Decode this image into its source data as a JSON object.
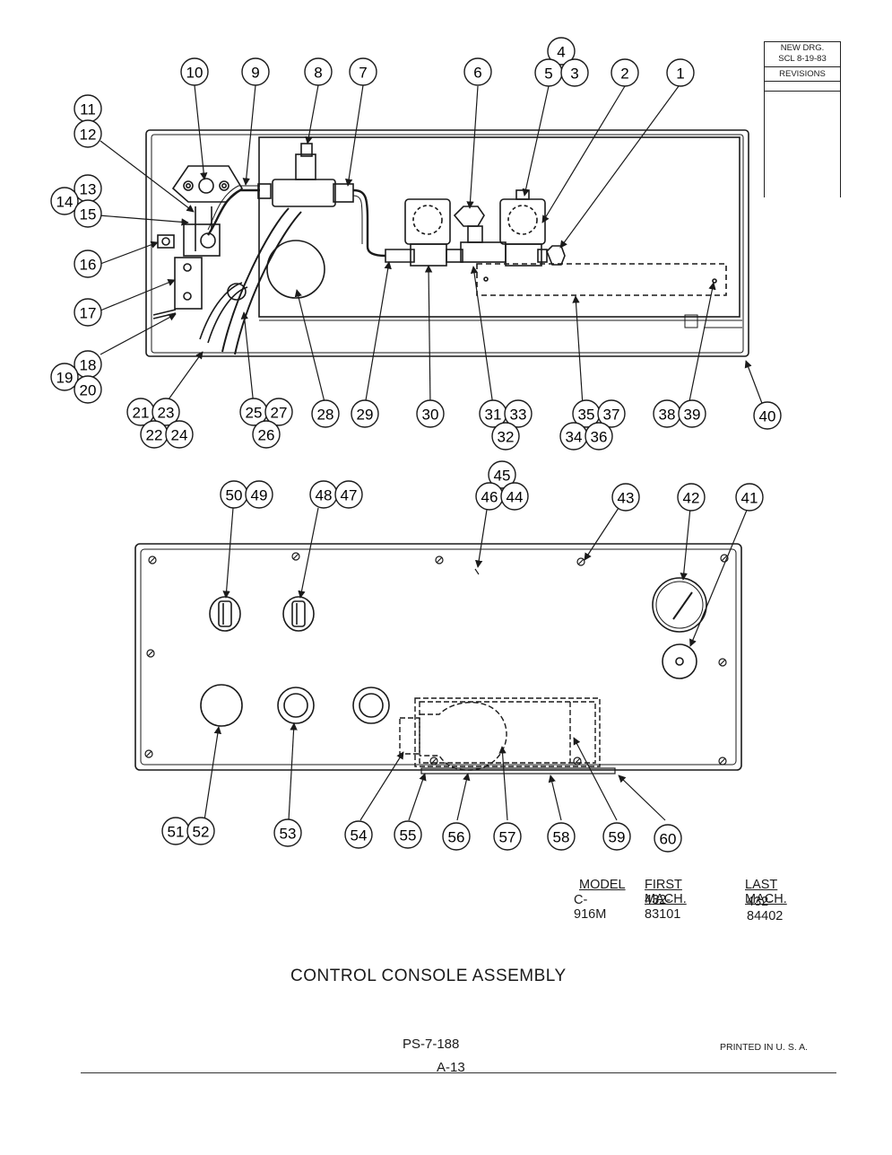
{
  "revisions": {
    "line1": "NEW  DRG.",
    "line2": "SCL  8-19-83",
    "label": "REVISIONS"
  },
  "model_table": {
    "headers": [
      "MODEL",
      "FIRST MACH.",
      "LAST MACH."
    ],
    "row": [
      "C-916M",
      "432-83101",
      "432-84402"
    ]
  },
  "title": "CONTROL  CONSOLE  ASSEMBLY",
  "part_number": "PS-7-188",
  "page_number": "A-13",
  "printed": "PRINTED  IN  U. S. A.",
  "callouts": [
    "1",
    "2",
    "3",
    "4",
    "5",
    "6",
    "7",
    "8",
    "9",
    "10",
    "11",
    "12",
    "13",
    "14",
    "15",
    "16",
    "17",
    "18",
    "19",
    "20",
    "21",
    "22",
    "23",
    "24",
    "25",
    "26",
    "27",
    "28",
    "29",
    "30",
    "31",
    "32",
    "33",
    "34",
    "35",
    "36",
    "37",
    "38",
    "39",
    "40",
    "41",
    "42",
    "43",
    "44",
    "45",
    "46",
    "47",
    "48",
    "49",
    "50",
    "51",
    "52",
    "53",
    "54",
    "55",
    "56",
    "57",
    "58",
    "59",
    "60"
  ]
}
